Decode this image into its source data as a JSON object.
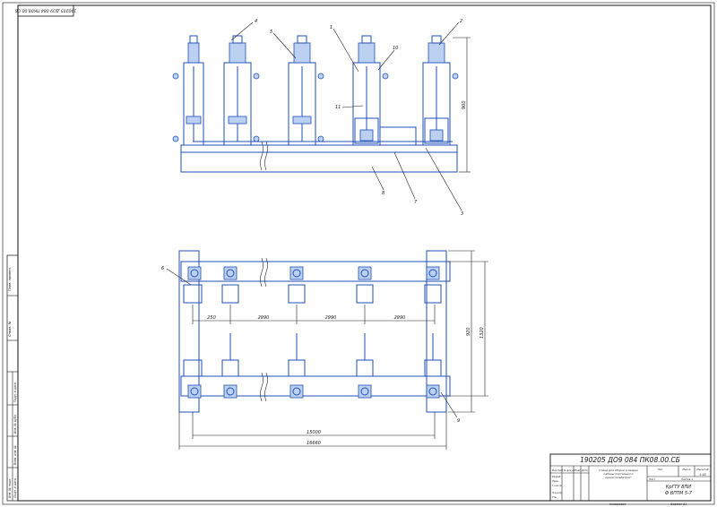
{
  "sheet": {
    "top_stamp": "190205 ДО9 084 ПК08.00.СБ",
    "left_margin_labels": [
      "Перв. примен.",
      "Справ. №",
      "Подп. и дата",
      "Инв. № дубл.",
      "Взам. инв. №",
      "Подп. и дата",
      "Инв. № подл."
    ]
  },
  "front_view": {
    "leaders": [
      "1",
      "4",
      "5",
      "2",
      "10",
      "11",
      "8",
      "7",
      "3"
    ],
    "dimension_height": "900"
  },
  "plan_view": {
    "leaders": [
      "6",
      "9"
    ],
    "dimensions_top": [
      "250",
      "2990",
      "2990",
      "2990"
    ],
    "dimension_side_inner": "920",
    "dimension_side_outer": "1320",
    "dimension_bottom_inner": "15000",
    "dimension_bottom_outer": "16660"
  },
  "title_block": {
    "designation": "190205 ДО9 084 ПК08.00.СБ",
    "name_line1": "Стенд для сборки и сварки",
    "name_line2": "кабины портального",
    "name_line3": "крана \"Альбатрос\"",
    "col_headers": [
      "Изм.",
      "Лист",
      "№ докум.",
      "Подп.",
      "Дата"
    ],
    "roles": [
      "Разраб.",
      "Пров.",
      "Т.контр.",
      "Н.контр.",
      "Утв."
    ],
    "lit_header": "Лит.",
    "mass_header": "Масса",
    "scale_header": "Масштаб",
    "scale_value": "1:40",
    "sheet_label": "Лист",
    "sheets_label": "Листов 1",
    "org_line1": "КрГТУ ВПИ",
    "org_line2": "Ф ВПТМ 5-7",
    "copied": "Копировал",
    "format": "Формат А1"
  }
}
